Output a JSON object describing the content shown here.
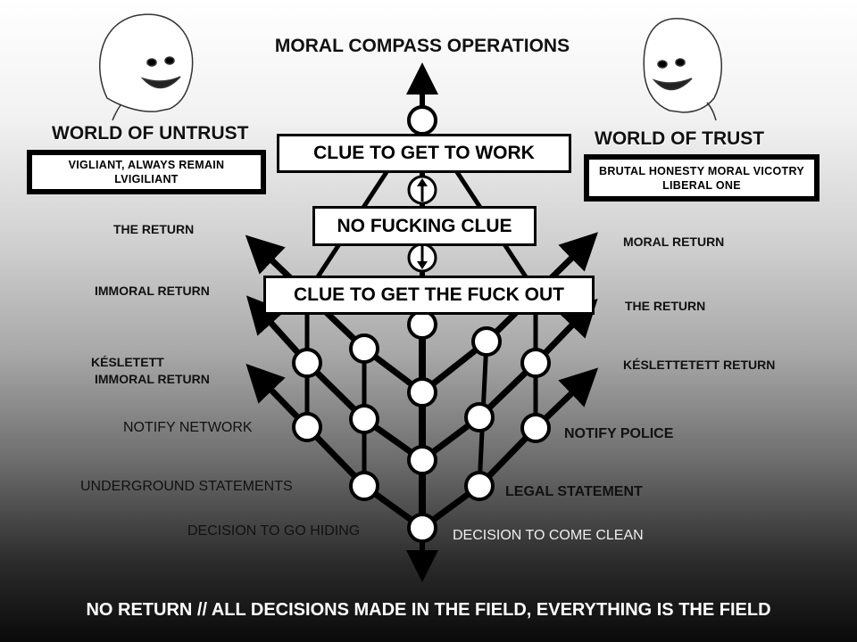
{
  "title": "MORAL COMPASS OPERATIONS",
  "left": {
    "heading": "WORLD OF UNTRUST",
    "box_line1": "VIGLIANT, ALWAYS REMAIN",
    "box_line2": "LVIGILIANT",
    "labels": {
      "the_return": "THE RETURN",
      "immoral_return": "IMMORAL RETURN",
      "kesletett_line1": "KÉSLETETT",
      "kesletett_line2": "IMMORAL RETURN",
      "notify": "NOTIFY NETWORK",
      "statements": "UNDERGROUND STATEMENTS",
      "decision": "DECISION TO GO HIDING"
    }
  },
  "right": {
    "heading": "WORLD OF TRUST",
    "box_line1": "BRUTAL HONESTY MORAL VICOTRY",
    "box_line2": "LIBERAL ONE",
    "labels": {
      "moral_return": "MORAL RETURN",
      "the_return": "THE RETURN",
      "keslettetett": "KÉSLETTETETT RETURN",
      "notify": "NOTIFY POLICE",
      "statement": "LEGAL STATEMENT",
      "decision": "DECISION TO COME CLEAN"
    }
  },
  "center": {
    "top_box": "CLUE TO GET TO WORK",
    "mid_box": "NO FUCKING CLUE",
    "low_box": "CLUE TO GET THE FUCK OUT"
  },
  "footer": "NO RETURN // ALL DECISIONS MADE IN THE FIELD, EVERYTHING IS THE FIELD"
}
